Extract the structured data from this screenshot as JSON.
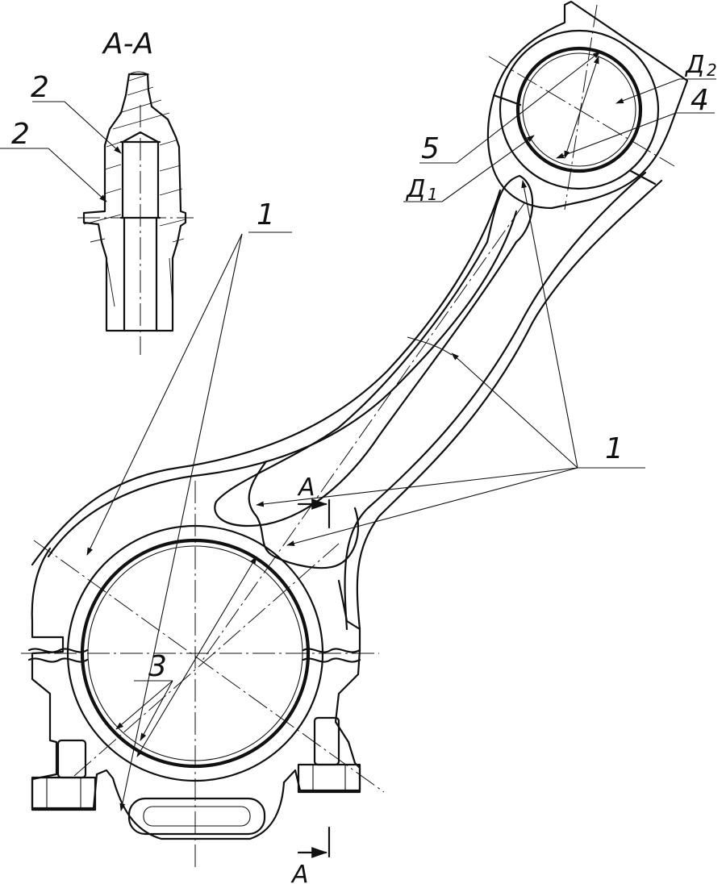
{
  "section": {
    "title": "А-А",
    "cut_letter": "А"
  },
  "callouts": {
    "c1": "1",
    "c2": "2",
    "c3": "3",
    "c4": "4",
    "c5": "5",
    "d1_base": "Д",
    "d1_sub": "1",
    "d2_base": "Д",
    "d2_sub": "2"
  }
}
